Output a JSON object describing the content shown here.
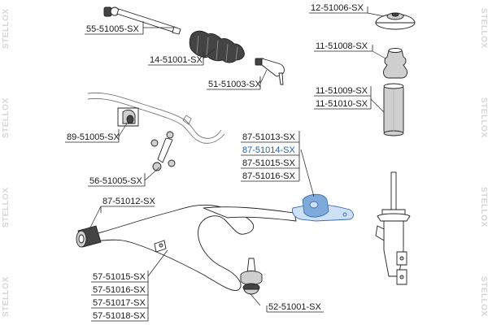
{
  "watermark": {
    "brand": "STELLOX"
  },
  "labels": {
    "p_55_51005": "55-51005-SX",
    "p_14_51001": "14-51001-SX",
    "p_51_51003": "51-51003-SX",
    "p_89_51005": "89-51005-SX",
    "p_56_51005": "56-51005-SX",
    "p_87_51012": "87-51012-SX",
    "p_87_51013": "87-51013-SX",
    "p_87_51014": "87-51014-SX",
    "p_87_51015": "87-51015-SX",
    "p_87_51016": "87-51016-SX",
    "p_57_51015": "57-51015-SX",
    "p_57_51016": "57-51016-SX",
    "p_57_51017": "57-51017-SX",
    "p_57_51018": "57-51018-SX",
    "p_52_51001": "52-51001-SX",
    "p_12_51006": "12-51006-SX",
    "p_11_51008": "11-51008-SX",
    "p_11_51009": "11-51009-SX",
    "p_11_51010": "11-51010-SX"
  },
  "highlight": {
    "part": "87-51014-SX",
    "color": "#1e63b5"
  }
}
